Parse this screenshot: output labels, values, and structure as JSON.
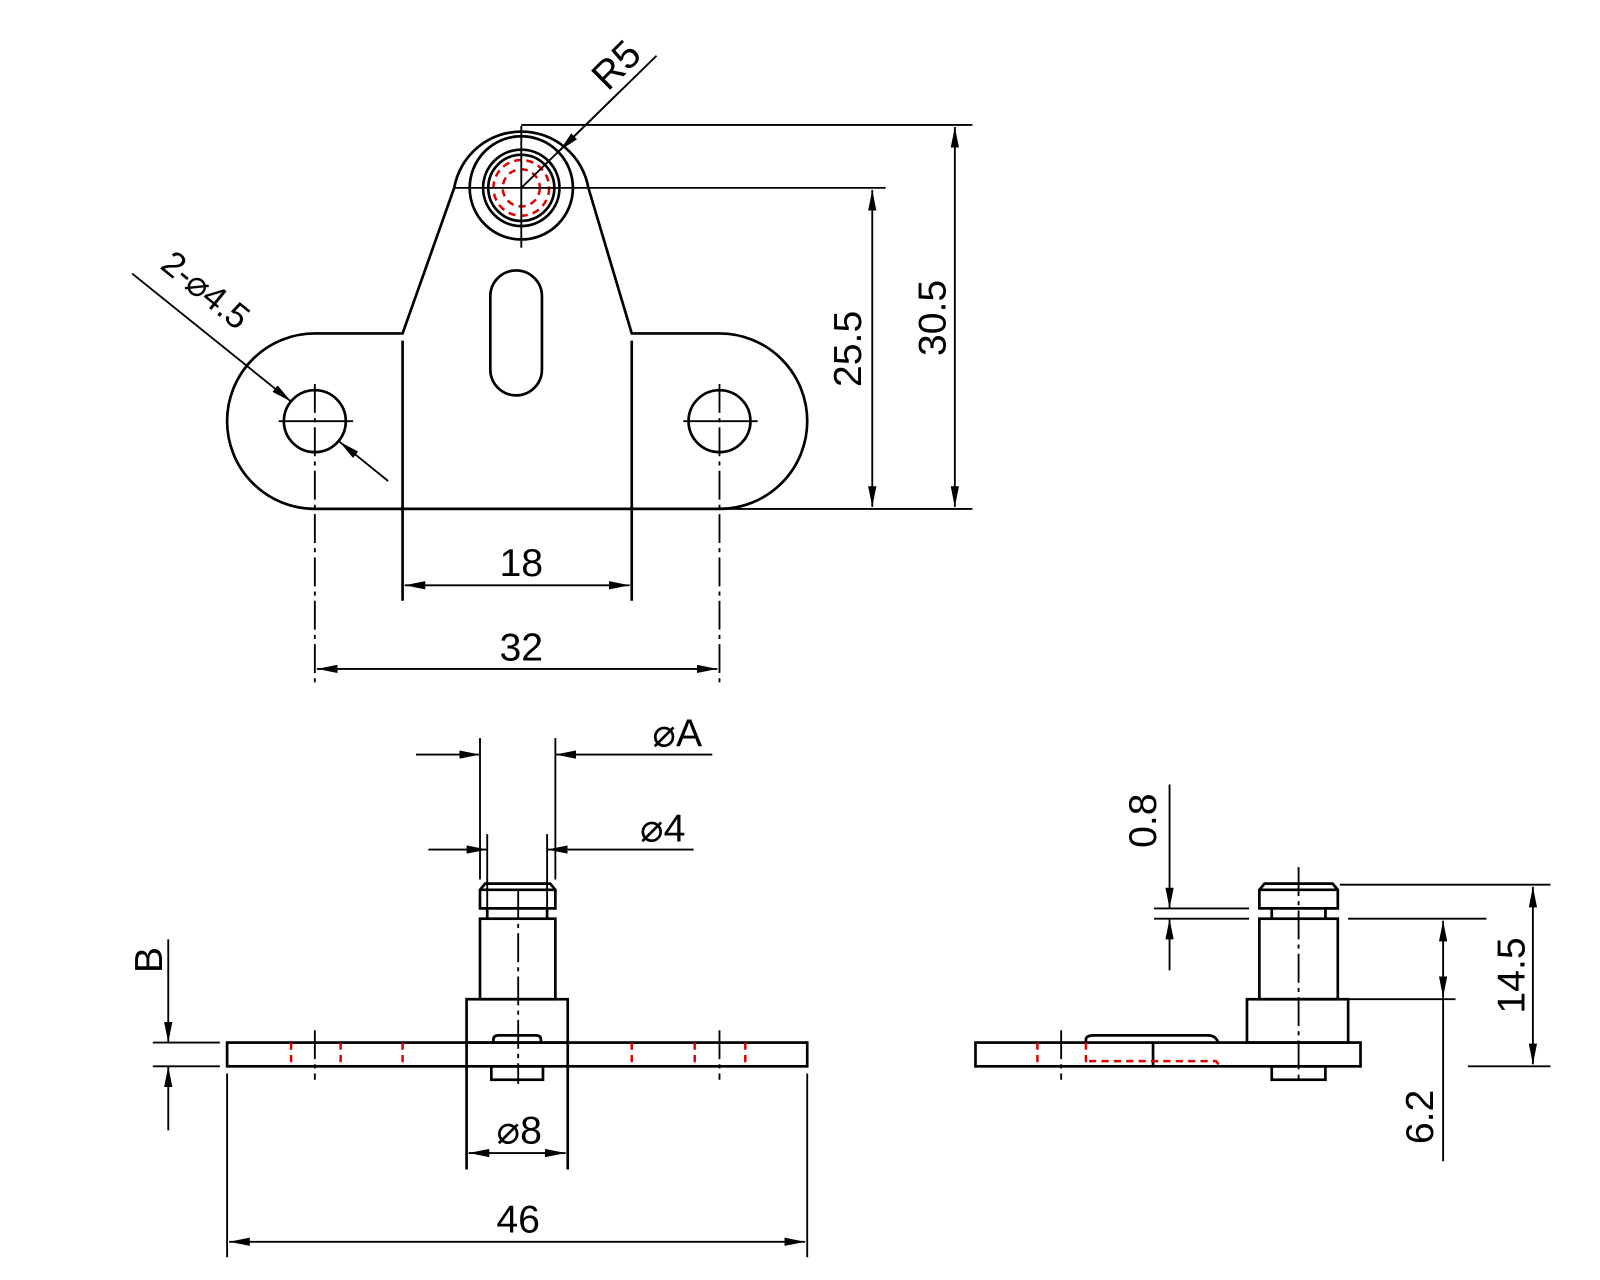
{
  "drawing": {
    "top_view": {
      "radius_label": "R5",
      "holes_label": "2-⌀4.5",
      "dim_inner_width": "18",
      "dim_hole_spacing": "32",
      "dim_center_height": "25.5",
      "dim_total_height": "30.5"
    },
    "front_view": {
      "dim_head_dia": "⌀A",
      "dim_shaft_dia": "⌀4",
      "dim_thickness": "B",
      "dim_base_dia": "⌀8",
      "dim_total_length": "46"
    },
    "side_view": {
      "dim_groove": "0.8",
      "dim_pin_height": "14.5",
      "dim_shaft_height": "6.2"
    },
    "colors": {
      "outline": "#000000",
      "hidden": "#e00000"
    }
  }
}
